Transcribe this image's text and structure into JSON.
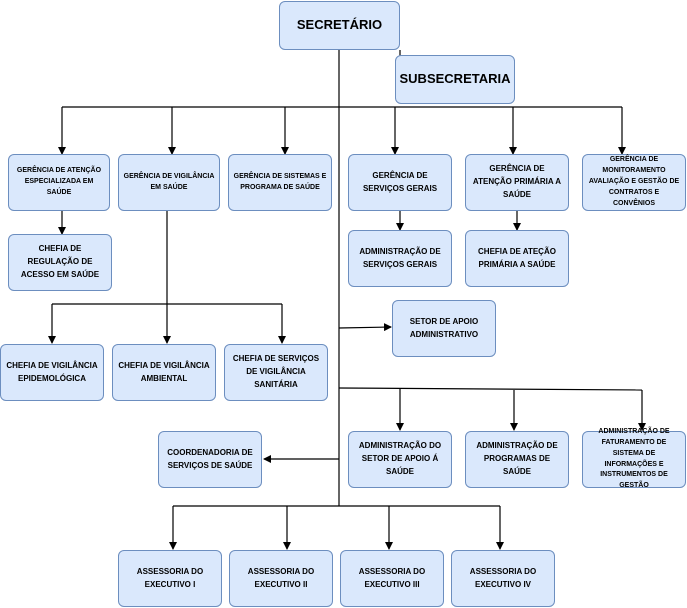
{
  "nodes": {
    "secretario": "SECRETÁRIO",
    "subsecretaria": "SUBSECRETARIA",
    "ger_atencao_especializada": "GERÊNCIA DE ATENÇÃO ESPECIALIZADA EM SAÚDE",
    "ger_vigilancia": "GERÊNCIA DE VIGILÂNCIA EM SAÚDE",
    "ger_sistemas": "GERÊNCIA DE SISTEMAS E PROGRAMA DE SAÚDE",
    "ger_servicos_gerais": "GERÊNCIA DE SERVIÇOS GERAIS",
    "ger_atencao_primaria": "GERÊNCIA DE ATENÇÃO PRIMÁRIA A SAÚDE",
    "ger_monitoramento": "GERÊNCIA DE MONITORAMENTO AVALIAÇÃO E GESTÃO DE CONTRATOS E CONVÊNIOS",
    "chefia_regulacao": "CHEFIA DE REGULAÇÃO DE ACESSO EM SAÚDE",
    "adm_servicos_gerais": "ADMINISTRAÇÃO DE SERVIÇOS GERAIS",
    "chefia_atencao_primaria": "CHEFIA DE ATEÇÃO PRIMÁRIA A SAÚDE",
    "setor_apoio_adm": "SETOR DE APOIO ADMINISTRATIVO",
    "chefia_vig_epidemiologica": "CHEFIA DE VIGILÂNCIA EPIDEMOLÓGICA",
    "chefia_vig_ambiental": "CHEFIA DE VIGILÂNCIA AMBIENTAL",
    "chefia_vig_sanitaria": "CHEFIA DE SERVIÇOS DE VIGILÂNCIA SANITÁRIA",
    "coord_servicos_saude": "COORDENADORIA DE SERVIÇOS DE SAÚDE",
    "adm_setor_apoio_saude": "ADMINISTRAÇÃO DO SETOR DE APOIO Á SAÚDE",
    "adm_programas_saude": "ADMINISTRAÇÃO DE PROGRAMAS DE SAÚDE",
    "adm_faturamento": "ADMINISTRAÇÃO DE FATURAMENTO DE SISTEMA DE INFORMAÇÕES E INSTRUMENTOS DE GESTÃO",
    "assessoria_1": "ASSESSORIA DO EXECUTIVO I",
    "assessoria_2": "ASSESSORIA DO EXECUTIVO II",
    "assessoria_3": "ASSESSORIA DO EXECUTIVO III",
    "assessoria_4": "ASSESSORIA DO EXECUTIVO IV"
  },
  "colors": {
    "fill": "#dae8fc",
    "stroke": "#6c8ebf",
    "line": "#000000"
  }
}
